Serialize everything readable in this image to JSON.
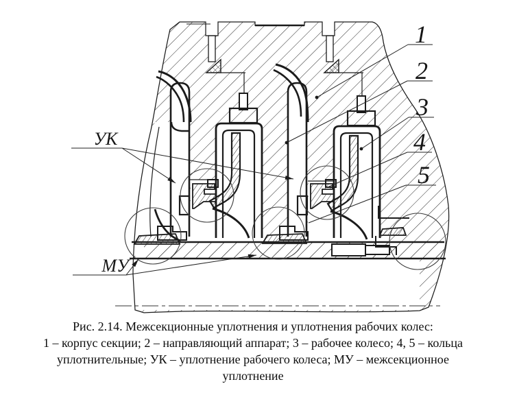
{
  "figure": {
    "caption": {
      "title": "Рис. 2.14. Межсекционные уплотнения и уплотнения рабочих колес:",
      "legend_line1": "1 – корпус секции; 2 – направляющий аппарат; 3 – рабочее колесо; 4, 5 – кольца",
      "legend_line2": "уплотнительные; УК – уплотнение рабочего колеса; МУ – межсекционное",
      "legend_line3": "уплотнение"
    },
    "callouts": {
      "uk": "УК",
      "mu": "МУ",
      "n1": "1",
      "n2": "2",
      "n3": "3",
      "n4": "4",
      "n5": "5"
    },
    "colors": {
      "line": "#1b1b1b",
      "background": "#ffffff"
    }
  }
}
